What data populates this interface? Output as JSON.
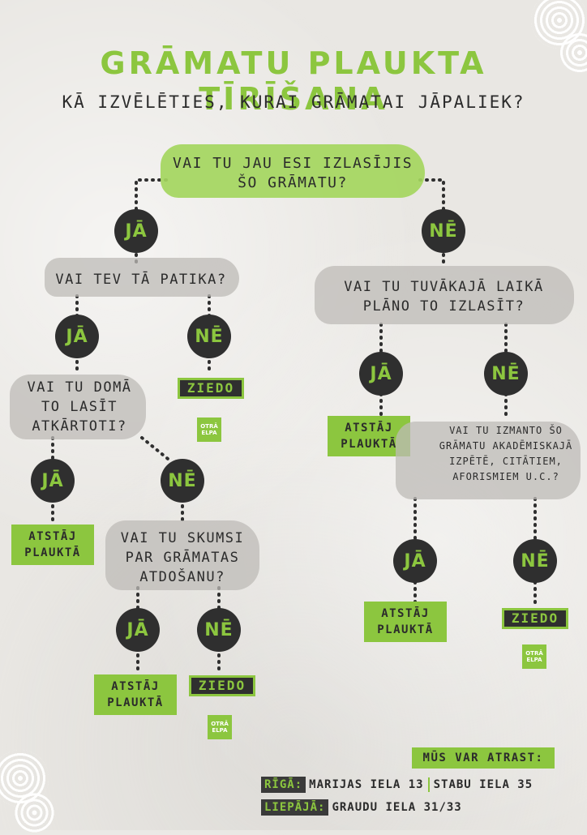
{
  "title": "GRĀMATU PLAUKTA TĪRĪŠANA",
  "subtitle": "KĀ IZVĒLĒTIES, KURAI GRĀMATAI JĀPALIEK?",
  "questions": {
    "start": "VAI TU JAU ESI IZLASĪJIS ŠO GRĀMATU?",
    "liked": "VAI TEV TĀ PATIKA?",
    "reread": "VAI TU DOMĀ TO LASĪT ATKĀRTOTI?",
    "sad": "VAI TU SKUMSI PAR GRĀMATAS ATDOŠANU?",
    "plan": "VAI TU TUVĀKAJĀ LAIKĀ PLĀNO TO IZLASĪT?",
    "academic": "VAI TU IZMANTO ŠO GRĀMATU AKADĒMISKAJĀ IZPĒTĒ, CITĀTIEM, AFORISMIEM U.C.?"
  },
  "answers": {
    "yes": "JĀ",
    "no": "NĒ"
  },
  "outcomes": {
    "keep": "ATSTĀJ PLAUKTĀ",
    "donate": "ZIEDO"
  },
  "logo": {
    "line1": "OTRĀ",
    "line2": "ELPA"
  },
  "footer": {
    "heading": "MŪS VAR ATRAST:",
    "riga_label": "RĪGĀ:",
    "riga_addr1": "MARIJAS IELA 13",
    "riga_addr2": "STABU IELA 35",
    "liepaja_label": "LIEPĀJĀ:",
    "liepaja_addr": "GRAUDU IELA 31/33"
  },
  "colors": {
    "accent": "#8cc63f",
    "dark": "#2f2f2f",
    "gray": "#bdbbb7"
  }
}
